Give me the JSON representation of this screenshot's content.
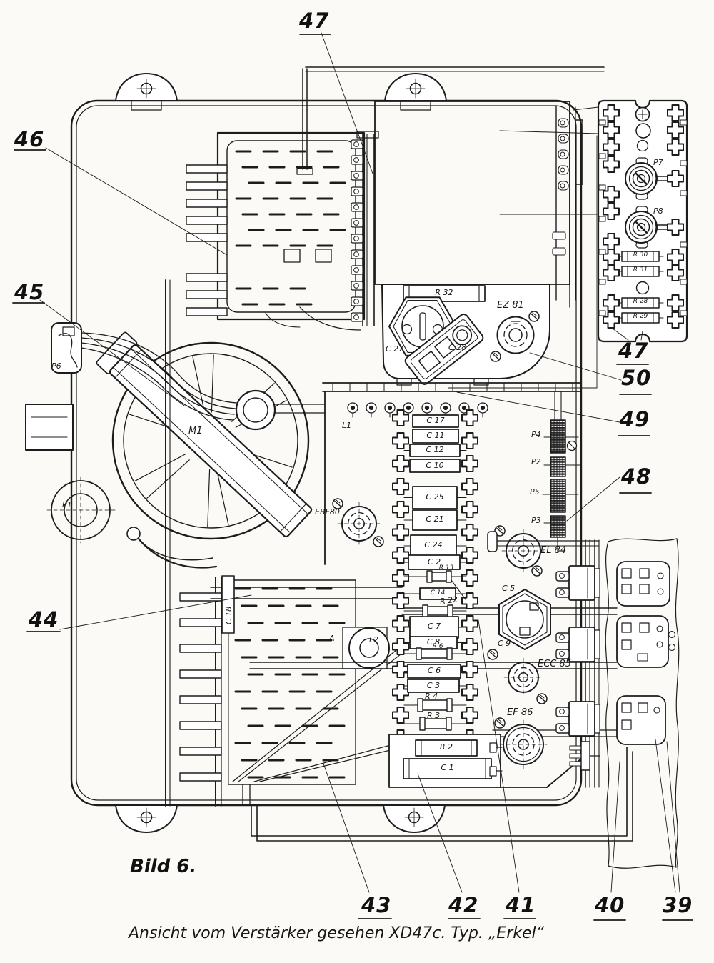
{
  "figure": {
    "tag": "Bild 6.",
    "caption": "Ansicht vom Verstärker gesehen XD47c. Typ. „Erkel“"
  },
  "colors": {
    "ink": "#1c1c1c",
    "paper": "#fbfaf7"
  },
  "callouts": {
    "n39": "39",
    "n40": "40",
    "n41": "41",
    "n42": "42",
    "n43": "43",
    "n44": "44",
    "n45": "45",
    "n46": "46",
    "n47_top": "47",
    "n47_panel": "47",
    "n48": "48",
    "n49": "49",
    "n50": "50"
  },
  "labels": {
    "m1": "M1",
    "l1": "L1",
    "l2": "L2",
    "a": "A",
    "p1": "P1",
    "p2": "P2",
    "p3": "P3",
    "p4": "P4",
    "p5": "P5",
    "p6": "P6",
    "p7": "P7",
    "p8": "P8",
    "ebf80": "EBF80",
    "ez81": "EZ 81",
    "el84": "EL 84",
    "ecc85": "ECC 85",
    "ef86": "EF 86",
    "c1": "C 1",
    "c2": "C 2",
    "c3": "C 3",
    "c5": "C 5",
    "c6": "C 6",
    "c7": "C 7",
    "c8": "C 8",
    "c9": "C 9",
    "c10": "C 10",
    "c11": "C 11",
    "c12": "C 12",
    "c14": "C 14",
    "c17": "C 17",
    "c18": "C 18",
    "c21": "C 21",
    "c24": "C 24",
    "c25": "C 25",
    "c27": "C 27",
    "c28": "C 28",
    "r2": "R 2",
    "r3": "R 3",
    "r4": "R 4",
    "r6": "R 6",
    "r13": "R 13",
    "r22": "R 22",
    "r28": "R 28",
    "r29": "R 29",
    "r30": "R 30",
    "r31": "R 31",
    "r32": "R 32"
  }
}
